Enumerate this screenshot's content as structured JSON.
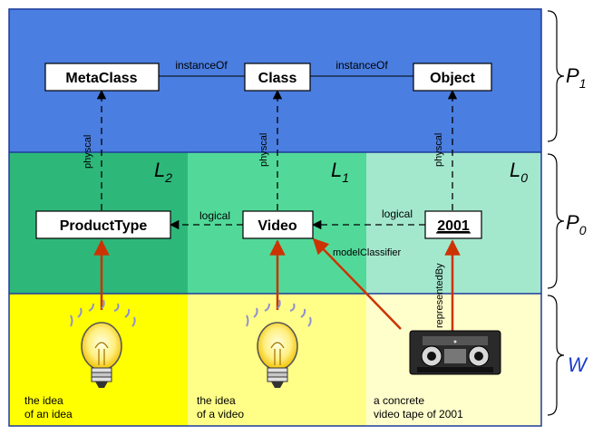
{
  "layers": {
    "p1_label": "P",
    "p1_sub": "1",
    "p0_label": "P",
    "p0_sub": "0",
    "w_label": "W"
  },
  "levels": {
    "l2": "L",
    "l2_sub": "2",
    "l1": "L",
    "l1_sub": "1",
    "l0": "L",
    "l0_sub": "0"
  },
  "nodes": {
    "metaclass": "MetaClass",
    "class": "Class",
    "object": "Object",
    "producttype": "ProductType",
    "video": "Video",
    "instance2001": "2001"
  },
  "edges": {
    "instanceof_1": "instanceOf",
    "instanceof_2": "instanceOf",
    "physical_1": "physcal",
    "physical_2": "physcal",
    "physical_3": "physcal",
    "logical_1": "logical",
    "logical_2": "logical",
    "model_classifier": "modelClassifier",
    "represented_by": "representedBy"
  },
  "world": {
    "desc1_line1": "the idea",
    "desc1_line2": "of an idea",
    "desc2_line1": "the idea",
    "desc2_line2": "of a video",
    "desc3_line1": "a concrete",
    "desc3_line2": "video tape of 2001"
  },
  "colors": {
    "p1_band": "#4a7ee0",
    "l2_band": "#2db87a",
    "l1_band": "#52d99a",
    "l0_band": "#a3e8cd",
    "w_col1": "#ffff00",
    "w_col2": "#ffff88",
    "w_col3": "#ffffcc",
    "arrow_red": "#cc3300",
    "w_label": "#1a3ccc"
  }
}
